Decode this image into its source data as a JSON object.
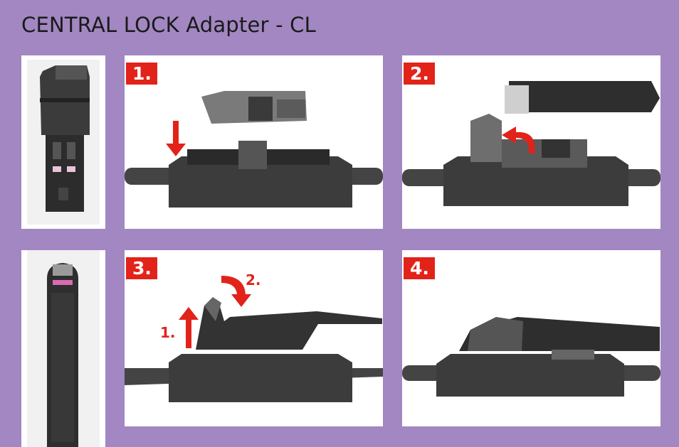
{
  "title": "CENTRAL LOCK Adapter - CL",
  "colors": {
    "background": "#a287c2",
    "accent": "#e2231a",
    "panel": "#ffffff",
    "part": "#3a3a3a"
  },
  "steps": [
    {
      "number": "1.",
      "image": "adapter-placed-onto-wiper-base"
    },
    {
      "number": "2.",
      "image": "adapter-flipped-wiper-arm-above"
    },
    {
      "number": "3.",
      "image": "arm-inserted-adapter-pressed-down",
      "arrow_labels": [
        "1.",
        "2."
      ]
    },
    {
      "number": "4.",
      "image": "adapter-locked-on-arm"
    }
  ],
  "side_images": [
    "adapter-top-view",
    "wiper-arm-end-view"
  ]
}
